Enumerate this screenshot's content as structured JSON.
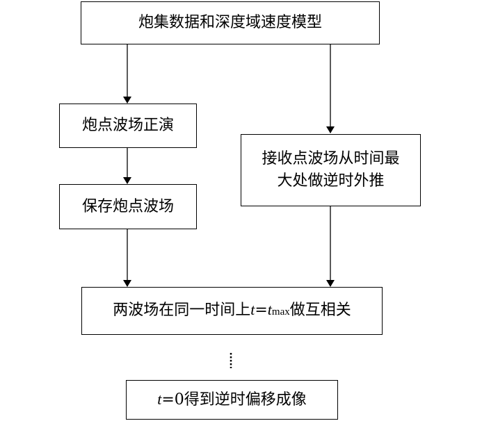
{
  "nodes": {
    "input": "炮集数据和深度域速度模型",
    "forward": "炮点波场正演",
    "store": "保存炮点波场",
    "receiver_line1": "接收点波场从时间最",
    "receiver_line2": "大处做逆时外推",
    "correlate_prefix": "两波场在同一时间上",
    "correlate_t1": "t",
    "correlate_eq": "=",
    "correlate_t2": "t",
    "correlate_sub": "max",
    "correlate_suffix": "做互相关",
    "result_t": "t",
    "result_suffix": "=0得到逆时偏移成像"
  }
}
